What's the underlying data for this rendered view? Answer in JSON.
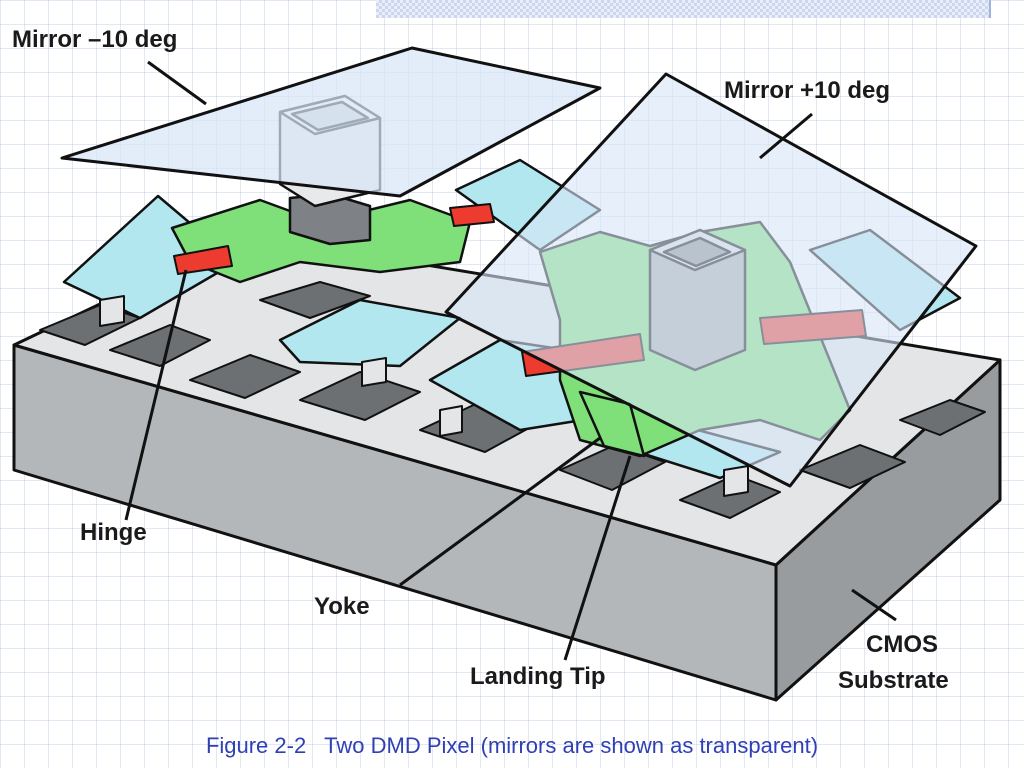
{
  "labels": {
    "mirror_minus": "Mirror –10 deg",
    "mirror_plus": "Mirror +10 deg",
    "hinge": "Hinge",
    "yoke": "Yoke",
    "landing_tip": "Landing Tip",
    "cmos_line1": "CMOS",
    "cmos_line2": "Substrate"
  },
  "caption": "Figure 2-2   Two DMD Pixel (mirrors are shown as transparent)",
  "colors": {
    "substrate_front": "#b4b7b9",
    "substrate_right": "#999c9e",
    "substrate_top": "#e4e5e6",
    "electrode": "#6c7072",
    "landing_pad": "#b3e7ef",
    "yoke": "#7fe07a",
    "hinge": "#ee3b2f",
    "mirror": "#d7e6f7",
    "caption_text": "#2f3fb4"
  },
  "icons": [
    "dmd-pixel-illustration"
  ]
}
